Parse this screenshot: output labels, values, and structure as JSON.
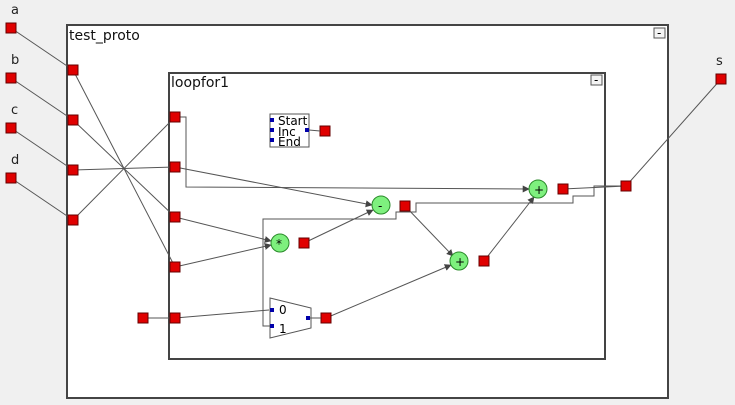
{
  "inputs": [
    {
      "id": "a",
      "label": "a"
    },
    {
      "id": "b",
      "label": "b"
    },
    {
      "id": "c",
      "label": "c"
    },
    {
      "id": "d",
      "label": "d"
    }
  ],
  "output": {
    "label": "s"
  },
  "outer_block": {
    "title": "test_proto",
    "collapse_label": "-"
  },
  "inner_block": {
    "title": "loopfor1",
    "collapse_label": "-"
  },
  "counter": {
    "labels": [
      "Start",
      "Inc",
      "End"
    ]
  },
  "mux": {
    "labels": [
      "0",
      "1"
    ]
  },
  "ops": {
    "minus": "-",
    "mult": "*",
    "plus1": "+",
    "plus2": "+"
  },
  "colors": {
    "port": "#e00000",
    "op_fill": "#7ef07e",
    "block_border": "#444444"
  }
}
